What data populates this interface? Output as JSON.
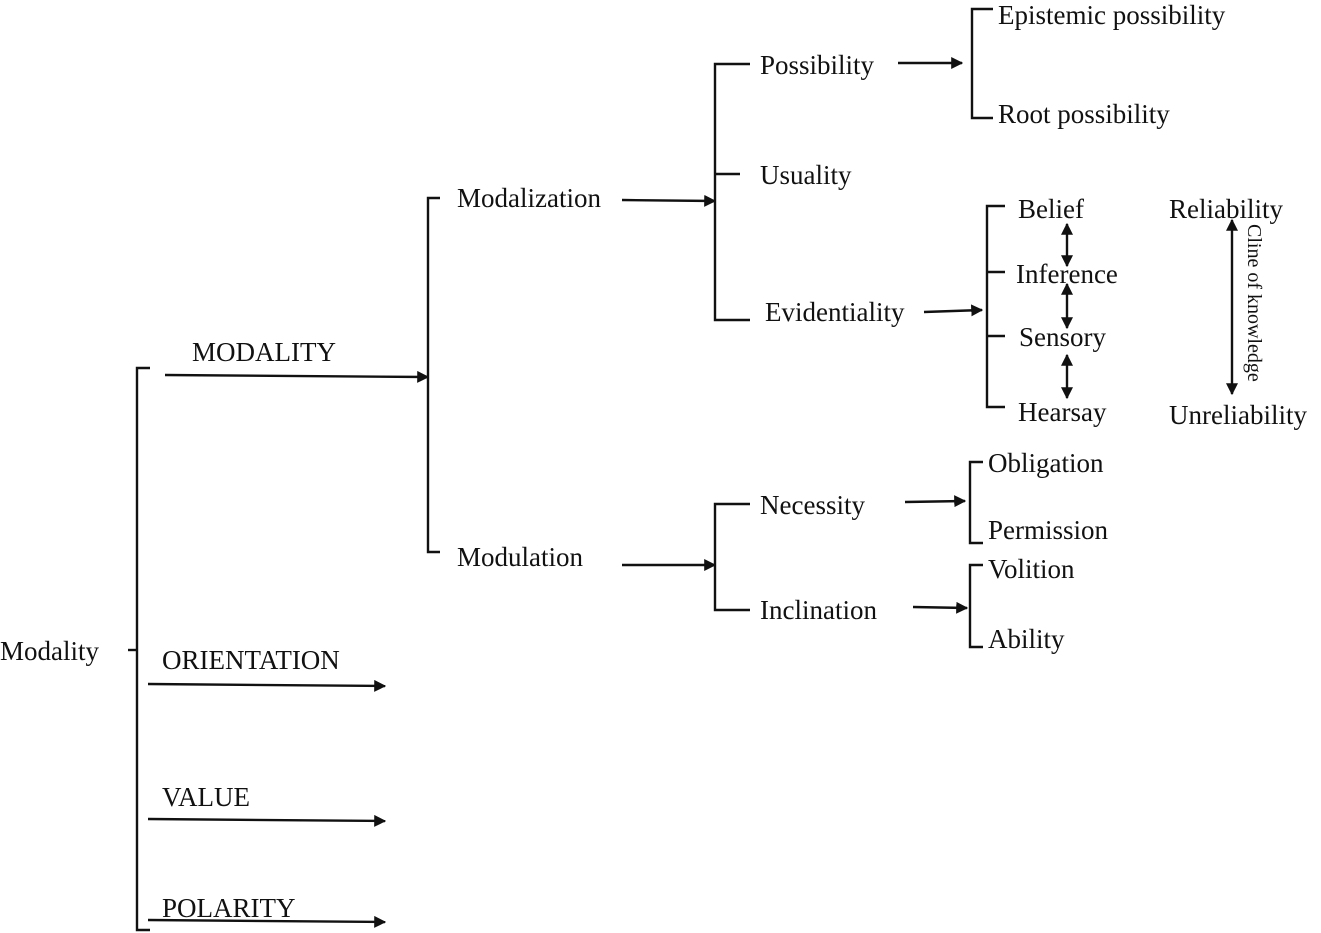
{
  "root": "Modality",
  "systems": {
    "modality": "MODALITY",
    "orientation": "ORIENTATION",
    "value": "VALUE",
    "polarity": "POLARITY"
  },
  "modalization": {
    "label": "Modalization",
    "possibility": "Possibility",
    "usuality": "Usuality",
    "evidentiality": "Evidentiality",
    "epistemic_possibility": "Epistemic possibility",
    "root_possibility": "Root possibility",
    "belief": "Belief",
    "inference": "Inference",
    "sensory": "Sensory",
    "hearsay": "Hearsay"
  },
  "modulation": {
    "label": "Modulation",
    "necessity": "Necessity",
    "inclination": "Inclination",
    "obligation": "Obligation",
    "permission": "Permission",
    "volition": "Volition",
    "ability": "Ability"
  },
  "cline": {
    "top": "Reliability",
    "bottom": "Unreliability",
    "label": "Cline of knowledge"
  }
}
